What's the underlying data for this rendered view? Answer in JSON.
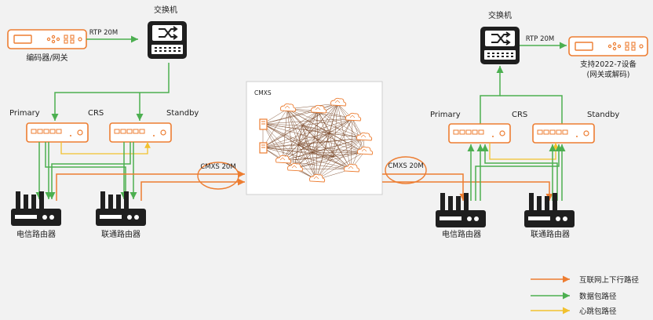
{
  "colors": {
    "orange": "#ed7d31",
    "green": "#4caf50",
    "yellow": "#f2c12e",
    "dark": "#1f1f1f",
    "background": "#f2f2f2"
  },
  "left": {
    "encoder_label": "编码器/网关",
    "rtp_label": "RTP 20M",
    "switch_label": "交换机",
    "primary_label": "Primary",
    "crs_label": "CRS",
    "standby_label": "Standby",
    "router1_label": "电信路由器",
    "router2_label": "联通路由器",
    "cmxs_label": "CMXS 20M"
  },
  "cloud": {
    "label": "CMXS"
  },
  "right": {
    "switch_label": "交换机",
    "rtp_label": "RTP 20M",
    "device_label_line1": "支持2022-7设备",
    "device_label_line2": "(网关或解码)",
    "primary_label": "Primary",
    "crs_label": "CRS",
    "standby_label": "Standby",
    "router1_label": "电信路由器",
    "router2_label": "联通路由器",
    "cmxs_label": "CMXS 20M"
  },
  "legend": {
    "items": [
      {
        "label": "互联网上下行路径",
        "color": "#ed7d31"
      },
      {
        "label": "数据包路径",
        "color": "#4caf50"
      },
      {
        "label": "心跳包路径",
        "color": "#f2c12e"
      }
    ]
  }
}
